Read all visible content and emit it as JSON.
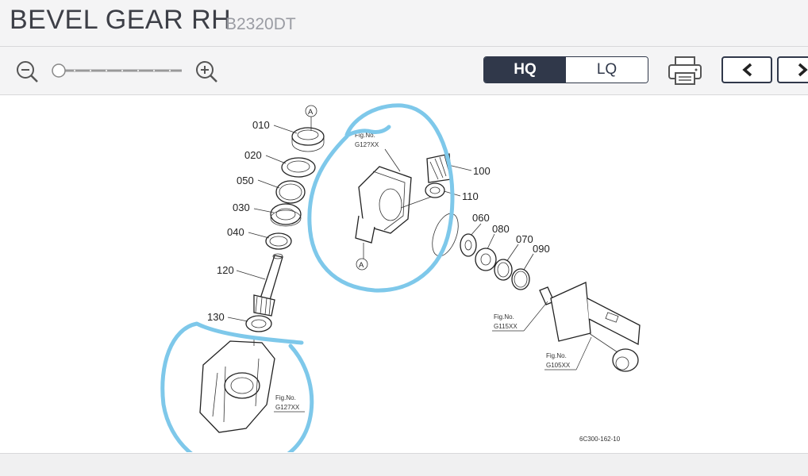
{
  "header": {
    "title": "BEVEL GEAR RH",
    "model": "B2320DT"
  },
  "toolbar": {
    "zoom_out_icon": "zoom-out-icon",
    "zoom_in_icon": "zoom-in-icon",
    "zoom_level": 0,
    "quality_options": [
      "HQ",
      "LQ"
    ],
    "quality_selected": "HQ",
    "print_icon": "printer-icon",
    "prev_icon": "chevron-left-icon",
    "next_icon": "chevron-right-icon"
  },
  "diagram": {
    "part_labels": [
      "010",
      "020",
      "050",
      "030",
      "040",
      "120",
      "130",
      "100",
      "110",
      "060",
      "080",
      "070",
      "090"
    ],
    "marker_a": "A",
    "fig_no_label": "Fig.No.",
    "fig_refs": [
      "G12?XX",
      "G127XX",
      "G115XX",
      "G105XX"
    ],
    "drawing_code": "6C300-162-10",
    "annotation_color": "#7ec8ea"
  }
}
